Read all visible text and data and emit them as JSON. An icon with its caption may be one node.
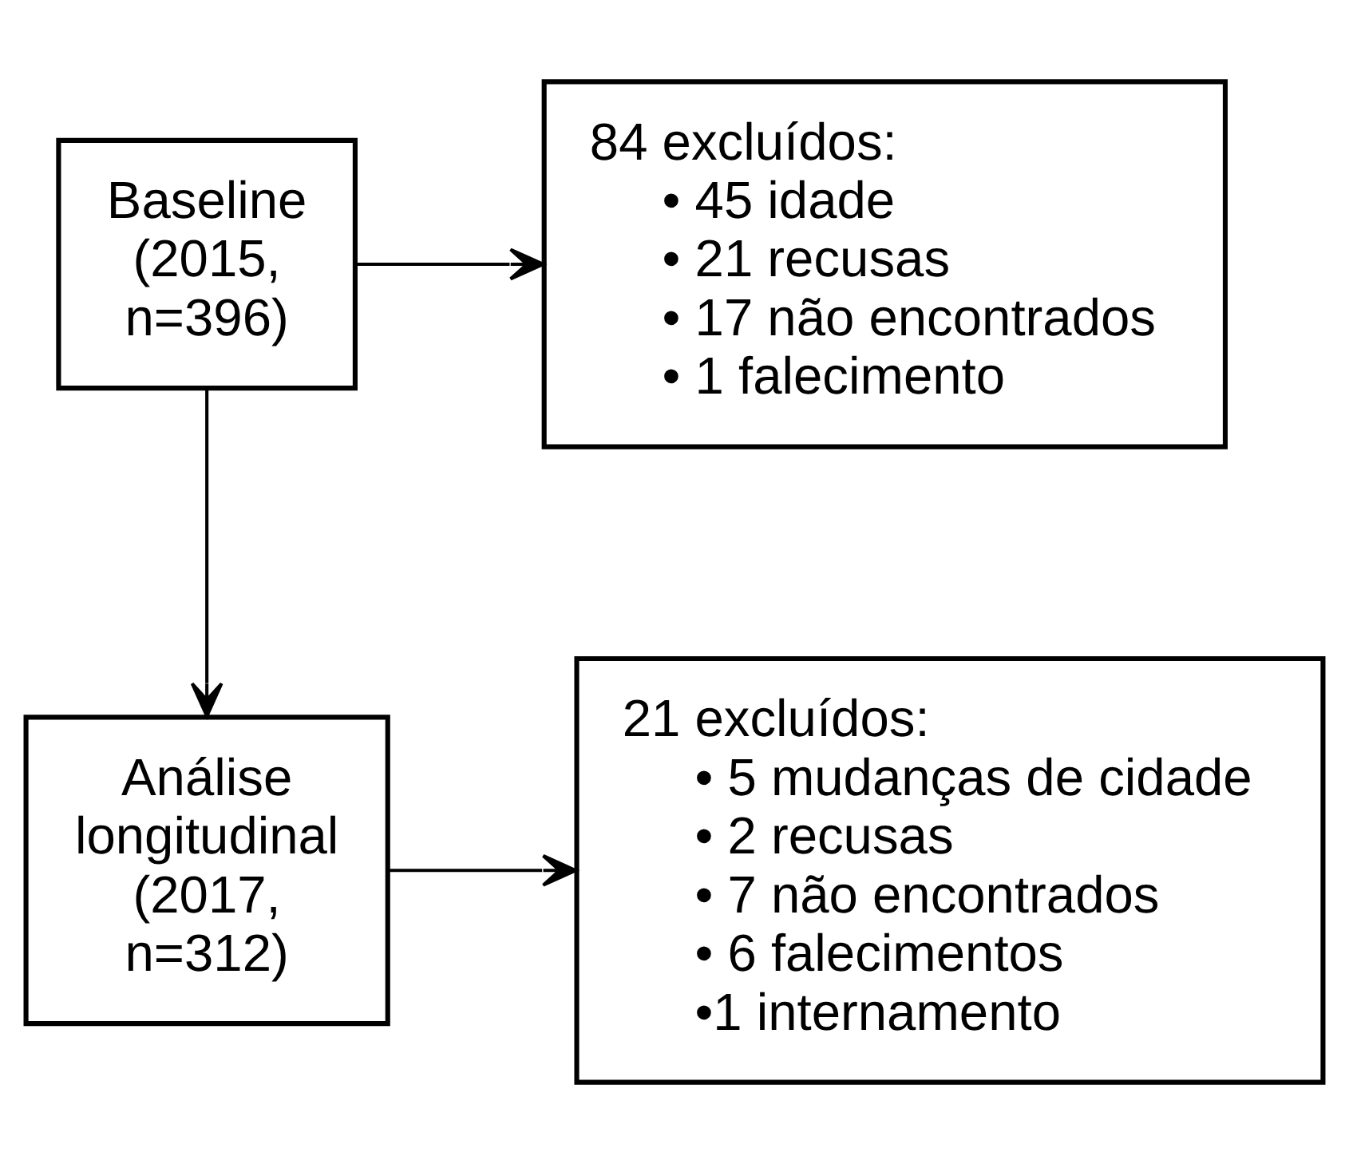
{
  "diagram": {
    "nodes": [
      {
        "text": [
          "Baseline (2015, n=396)"
        ]
      },
      {
        "text": [
          "84 excluídos:",
          "• 45 idade",
          "• 21 recusas",
          "• 17 não encontrados",
          "• 1 falecimento"
        ]
      },
      {
        "text": [
          "Análise longitudinal (2017, n=312)"
        ]
      },
      {
        "text": [
          "21 excluídos:",
          "• 5 mudanças de cidade",
          "• 2 recusas",
          "• 7 não encontrados",
          "• 6 falecimentos",
          "•1 internamento"
        ]
      }
    ],
    "edges": [
      {
        "from": 0,
        "to": 1,
        "arrow": "to"
      },
      {
        "from": 0,
        "to": 2,
        "arrow": "to"
      },
      {
        "from": 2,
        "to": 3,
        "arrow": "to"
      }
    ]
  }
}
